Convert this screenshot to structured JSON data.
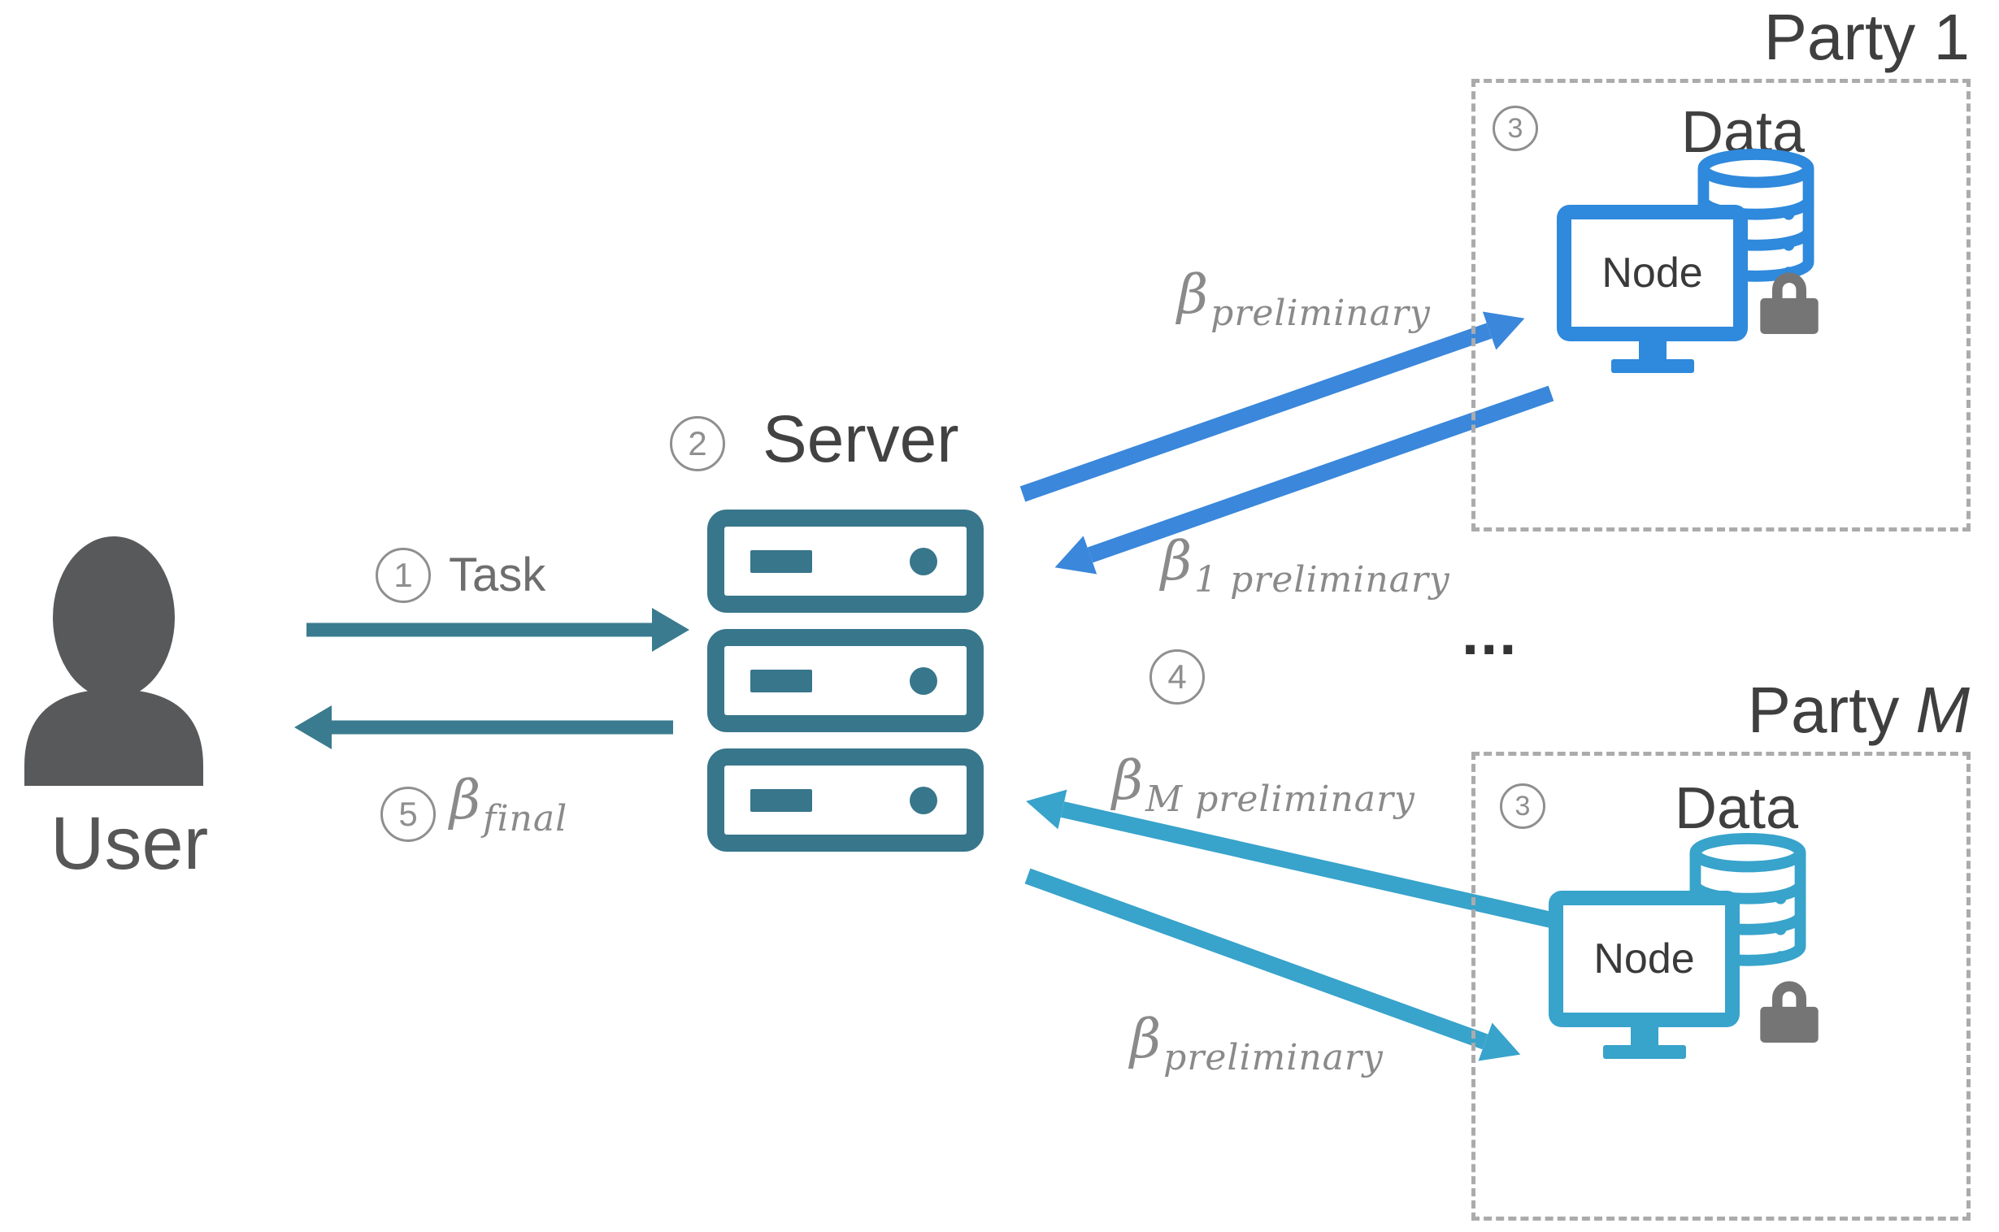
{
  "diagram": {
    "user": {
      "label": "User"
    },
    "server": {
      "step": "2",
      "label": "Server"
    },
    "flows": {
      "task": {
        "step": "1",
        "label": "Task"
      },
      "final_result": {
        "step": "5",
        "beta": "β",
        "subscript": "final"
      },
      "to_party1": {
        "beta": "β",
        "subscript": "preliminary"
      },
      "from_party1": {
        "beta": "β",
        "subscript": "1 preliminary"
      },
      "aggregate_step": {
        "step": "4"
      },
      "ellipsis": "...",
      "from_partyM": {
        "beta": "β",
        "subscript": "M preliminary"
      },
      "to_partyM": {
        "beta": "β",
        "subscript": "preliminary"
      }
    },
    "party1": {
      "title": "Party 1",
      "step": "3",
      "data_label": "Data",
      "node_label": "Node"
    },
    "partyM": {
      "title_prefix": "Party",
      "title_m": "M",
      "step": "3",
      "data_label": "Data",
      "node_label": "Node"
    },
    "colors": {
      "teal_arrow": "#3A7B8F",
      "server_teal": "#38768B",
      "party1_arrow_blue": "#3A87DB",
      "party1_icon_blue": "#2F89DC",
      "partyM_cyan": "#38A3CB",
      "text_dark": "#3F3F3F",
      "text_gray": "#6E6E6E",
      "math_gray": "#8A8A8A",
      "dash_border_gray": "#ABABAB",
      "lock_gray": "#757575",
      "user_silhouette_gray": "#58595B"
    }
  }
}
